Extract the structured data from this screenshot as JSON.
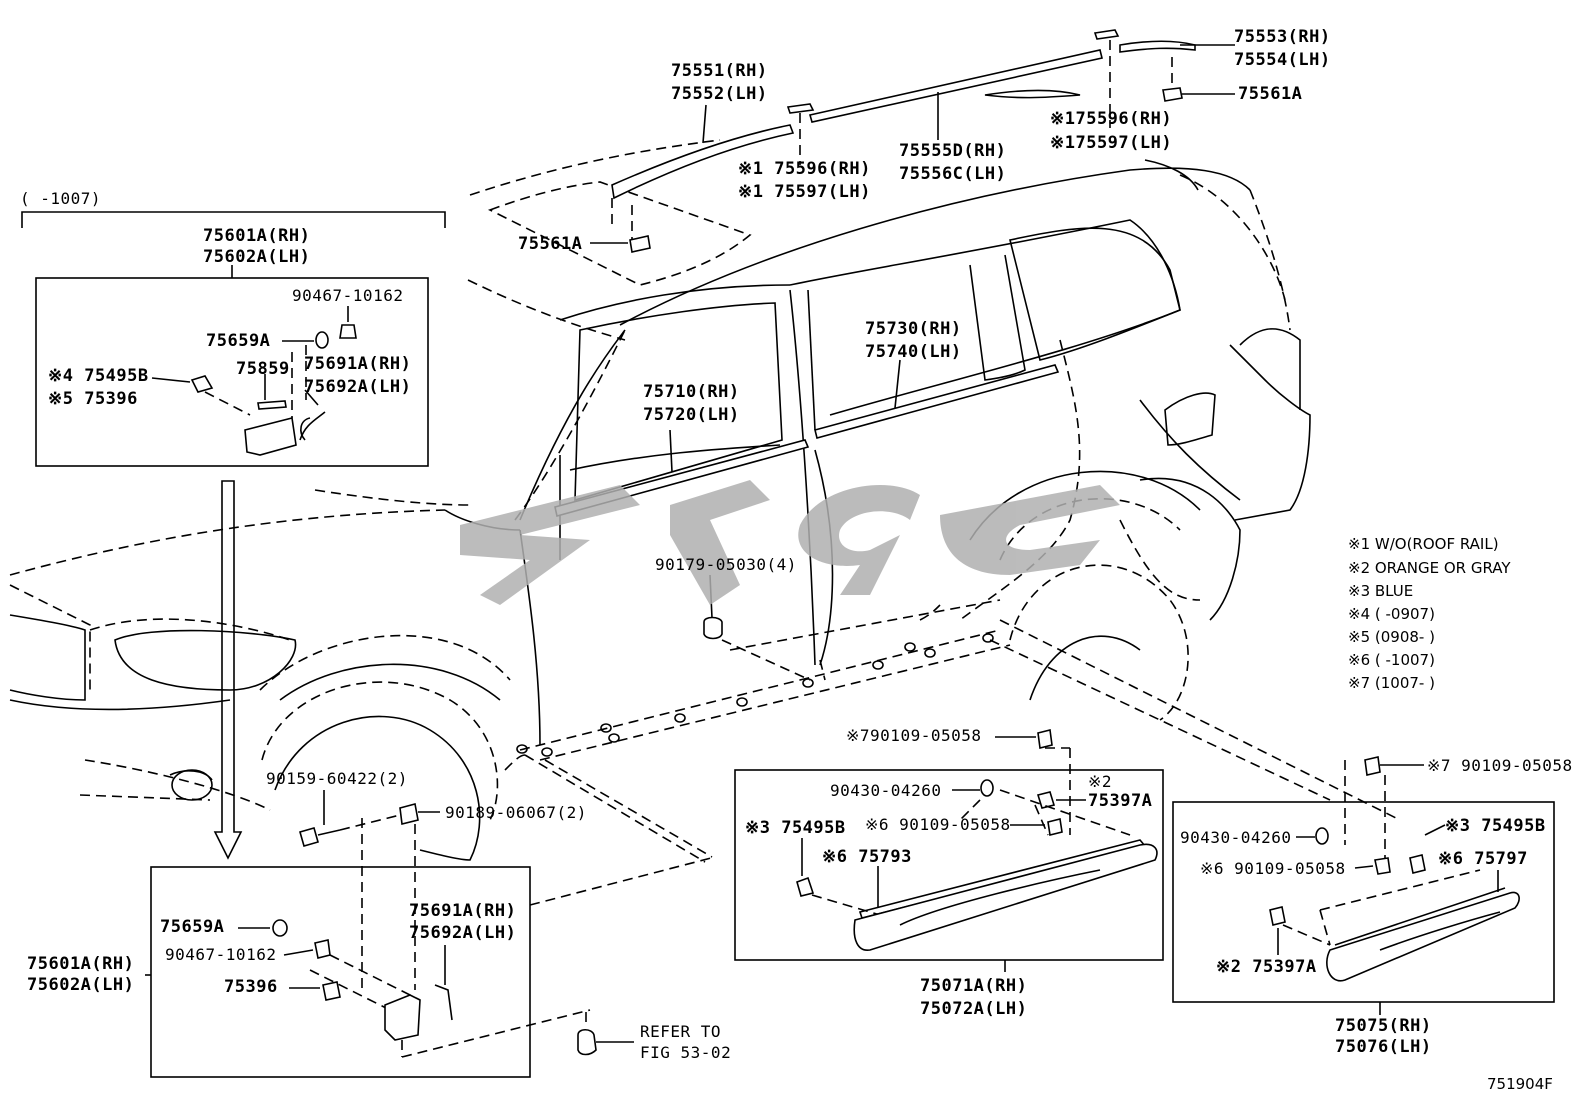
{
  "diagram_id": "751904F",
  "watermark_logo": "gray-stylized-brand-logo",
  "roof_callouts": {
    "rail_front_rh": "75551(RH)",
    "rail_front_lh": "75552(LH)",
    "rail_rear_rh": "75553(RH)",
    "rail_rear_lh": "75554(LH)",
    "clip_rear": "75561A",
    "cover_rear_rh": "※175596(RH)",
    "cover_rear_lh": "※175597(LH)",
    "mid_rh": "75555D(RH)",
    "mid_lh": "75556C(LH)",
    "cover_front_rh": "※1 75596(RH)",
    "cover_front_lh": "※1 75597(LH)",
    "clip_front": "75561A"
  },
  "body_callouts": {
    "rear_door_rh": "75730(RH)",
    "rear_door_lh": "75740(LH)",
    "front_door_rh": "75710(RH)",
    "front_door_lh": "75720(LH)",
    "clip": "90179-05030(4)"
  },
  "top_left_box": {
    "range": "(      -1007)",
    "rh": "75601A(RH)",
    "lh": "75602A(LH)",
    "p1": "90467-10162",
    "p2": "75659A",
    "p3": "75859",
    "p4a": "※4 75495B",
    "p4b": "※5 75396",
    "p5_rh": "75691A(RH)",
    "p5_lh": "75692A(LH)"
  },
  "bottom_left_box": {
    "rh": "75601A(RH)",
    "lh": "75602A(LH)",
    "p1": "90159-60422(2)",
    "p2": "90189-06067(2)",
    "p3": "75659A",
    "p4": "90467-10162",
    "p5": "75396",
    "p6_rh": "75691A(RH)",
    "p6_lh": "75692A(LH)",
    "refer_1": "REFER TO",
    "refer_2": "FIG 53-02"
  },
  "center_box": {
    "p_top": "※790109-05058",
    "p1": "90430-04260",
    "p2_mark": "※2",
    "p2": "75397A",
    "p3": "※6 90109-05058",
    "p4": "※3 75495B",
    "p5": "※6 75793",
    "rh": "75071A(RH)",
    "lh": "75072A(LH)"
  },
  "right_box": {
    "p_top": "※7 90109-05058",
    "p1": "90430-04260",
    "p2": "※3 75495B",
    "p3": "※6 90109-05058",
    "p4": "※6 75797",
    "p5": "※2 75397A",
    "rh": "75075(RH)",
    "lh": "75076(LH)"
  },
  "legend": [
    "※1 W/O(ROOF RAIL)",
    "※2 ORANGE OR GRAY",
    "※3 BLUE",
    "※4 (        -0907)",
    "※5 (0908-        )",
    "※6 (        -1007)",
    "※7 (1007-        )"
  ]
}
